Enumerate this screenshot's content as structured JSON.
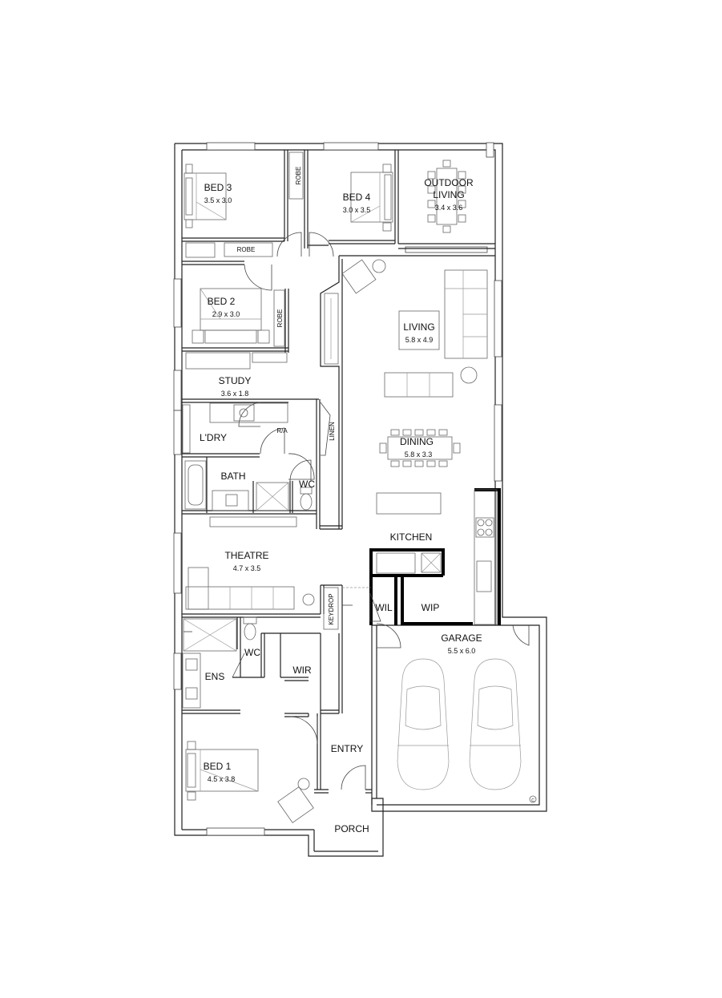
{
  "rooms": {
    "bed3": {
      "name": "BED 3",
      "size": "3.5 x 3.0"
    },
    "bed4": {
      "name": "BED 4",
      "size": "3.0 x 3.5"
    },
    "outdoor": {
      "line1": "OUTDOOR",
      "line2": "LIVING",
      "size": "3.4 x 3.6"
    },
    "bed2": {
      "name": "BED 2",
      "size": "2.9 x 3.0"
    },
    "living": {
      "name": "LIVING",
      "size": "5.8 x 4.9"
    },
    "study": {
      "name": "STUDY",
      "size": "3.6 x 1.8"
    },
    "laundry": {
      "name": "L'DRY"
    },
    "dining": {
      "name": "DINING",
      "size": "5.8 x 3.3"
    },
    "bath": {
      "name": "BATH"
    },
    "wc1": {
      "name": "WC"
    },
    "kitchen": {
      "name": "KITCHEN"
    },
    "theatre": {
      "name": "THEATRE",
      "size": "4.7 x 3.5"
    },
    "wil": {
      "name": "WIL"
    },
    "wip": {
      "name": "WIP"
    },
    "garage": {
      "name": "GARAGE",
      "size": "5.5 x 6.0"
    },
    "wc2": {
      "name": "WC"
    },
    "ens": {
      "name": "ENS"
    },
    "wir": {
      "name": "WIR"
    },
    "entry": {
      "name": "ENTRY"
    },
    "bed1": {
      "name": "BED 1",
      "size": "4.5 x 3.8"
    },
    "porch": {
      "name": "PORCH"
    }
  },
  "fixtures": {
    "robe_bed3_vertical": "ROBE",
    "robe_bed3_horizontal": "ROBE",
    "robe_bed2": "ROBE",
    "linen": "LINEN",
    "ra": "R/A",
    "keydrop": "KEYDROP",
    "copyright": "C"
  },
  "colors": {
    "wall": "#222222",
    "thick_wall": "#000000",
    "furniture": "#666666"
  }
}
